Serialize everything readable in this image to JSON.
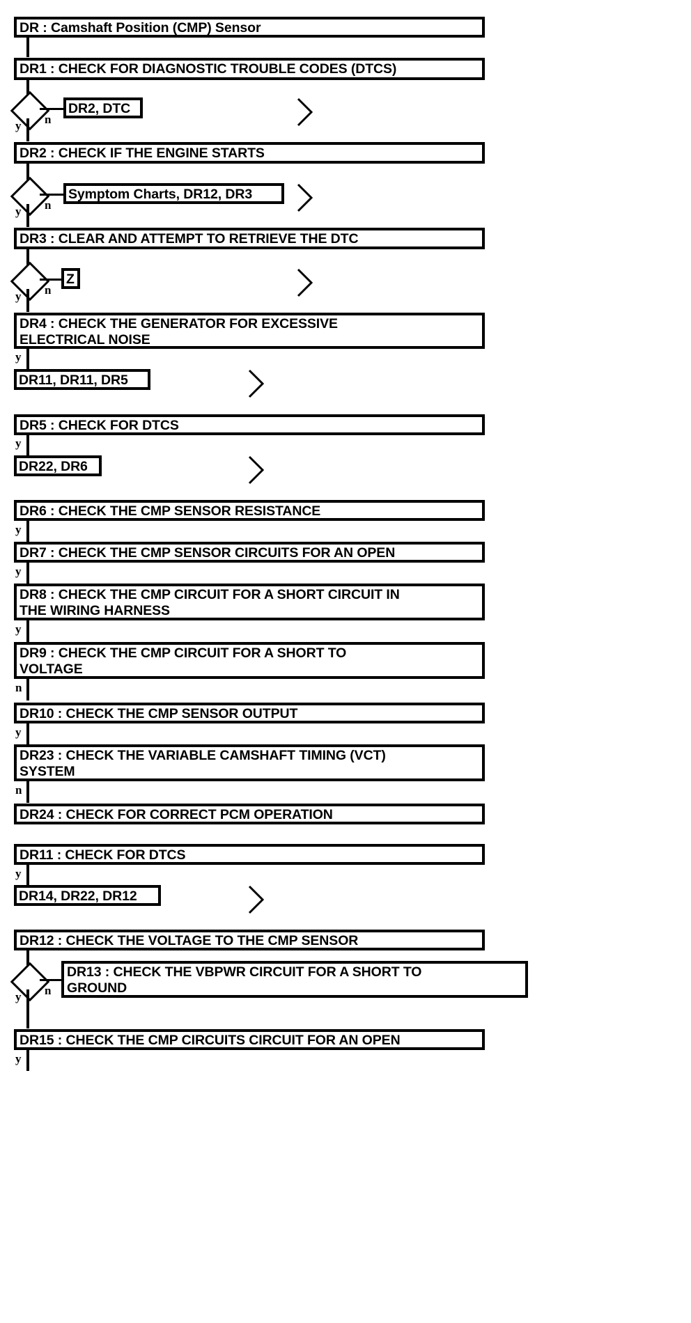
{
  "diagram": {
    "title": "DR : Camshaft Position (CMP) Sensor",
    "type": "flowchart",
    "theme": {
      "stroke": "#000000",
      "background": "#ffffff",
      "text": "#000000"
    },
    "branch_labels": {
      "yes": "y",
      "no": "n"
    },
    "steps": [
      {
        "id": "DR",
        "label": "DR : Camshaft Position (CMP) Sensor"
      },
      {
        "id": "DR1",
        "label": "DR1 : CHECK FOR DIAGNOSTIC TROUBLE CODES (DTCS)"
      },
      {
        "id": "DR2",
        "label": "DR2 : CHECK IF THE ENGINE STARTS"
      },
      {
        "id": "DR3",
        "label": "DR3 : CLEAR AND ATTEMPT TO RETRIEVE THE DTC"
      },
      {
        "id": "DR4",
        "label": "DR4 : CHECK THE GENERATOR FOR EXCESSIVE\nELECTRICAL NOISE"
      },
      {
        "id": "DR5",
        "label": "DR5 : CHECK FOR DTCS"
      },
      {
        "id": "DR6",
        "label": "DR6 : CHECK THE CMP SENSOR RESISTANCE"
      },
      {
        "id": "DR7",
        "label": "DR7 : CHECK THE CMP SENSOR CIRCUITS FOR AN OPEN"
      },
      {
        "id": "DR8",
        "label": "DR8 : CHECK THE CMP CIRCUIT FOR A SHORT CIRCUIT IN\nTHE WIRING HARNESS"
      },
      {
        "id": "DR9",
        "label": "DR9 : CHECK THE CMP CIRCUIT FOR A SHORT TO\nVOLTAGE"
      },
      {
        "id": "DR10",
        "label": "DR10 : CHECK THE CMP SENSOR OUTPUT"
      },
      {
        "id": "DR23",
        "label": "DR23 : CHECK THE VARIABLE CAMSHAFT TIMING (VCT)\nSYSTEM"
      },
      {
        "id": "DR24",
        "label": "DR24 : CHECK FOR CORRECT PCM OPERATION"
      },
      {
        "id": "DR11",
        "label": "DR11 : CHECK FOR DTCS"
      },
      {
        "id": "DR12",
        "label": "DR12 : CHECK THE VOLTAGE TO THE CMP SENSOR"
      },
      {
        "id": "DR13",
        "label": "DR13 : CHECK THE VBPWR CIRCUIT FOR A SHORT TO\nGROUND"
      },
      {
        "id": "DR15",
        "label": "DR15 : CHECK THE CMP CIRCUITS CIRCUIT FOR AN OPEN"
      }
    ],
    "references": [
      {
        "id": "ref1",
        "label": "DR2, DTC"
      },
      {
        "id": "ref2",
        "label": "Symptom Charts, DR12, DR3"
      },
      {
        "id": "ref3",
        "label": "Z"
      },
      {
        "id": "ref4",
        "label": "DR11, DR11, DR5"
      },
      {
        "id": "ref5",
        "label": "DR22, DR6"
      },
      {
        "id": "ref6",
        "label": "DR14, DR22, DR12"
      }
    ],
    "edges": [
      {
        "from": "DR",
        "to": "DR1",
        "label": ""
      },
      {
        "from": "DR1",
        "to": "DR2",
        "label": "y"
      },
      {
        "from": "DR1",
        "to": "ref1",
        "label": "n"
      },
      {
        "from": "DR2",
        "to": "DR3",
        "label": "y"
      },
      {
        "from": "DR2",
        "to": "ref2",
        "label": "n"
      },
      {
        "from": "DR3",
        "to": "DR4",
        "label": "y"
      },
      {
        "from": "DR3",
        "to": "ref3",
        "label": "n"
      },
      {
        "from": "DR4",
        "to": "ref4",
        "label": "y"
      },
      {
        "from": "DR5",
        "to": "ref5",
        "label": "y"
      },
      {
        "from": "DR6",
        "to": "DR7",
        "label": "y"
      },
      {
        "from": "DR7",
        "to": "DR8",
        "label": "y"
      },
      {
        "from": "DR8",
        "to": "DR9",
        "label": "y"
      },
      {
        "from": "DR9",
        "to": "DR10",
        "label": "n"
      },
      {
        "from": "DR10",
        "to": "DR23",
        "label": "y"
      },
      {
        "from": "DR23",
        "to": "DR24",
        "label": "n"
      },
      {
        "from": "DR11",
        "to": "ref6",
        "label": "y"
      },
      {
        "from": "DR12",
        "to": "DR15",
        "label": "y"
      },
      {
        "from": "DR12",
        "to": "DR13",
        "label": "n"
      },
      {
        "from": "DR15",
        "to": "",
        "label": "y"
      }
    ]
  }
}
